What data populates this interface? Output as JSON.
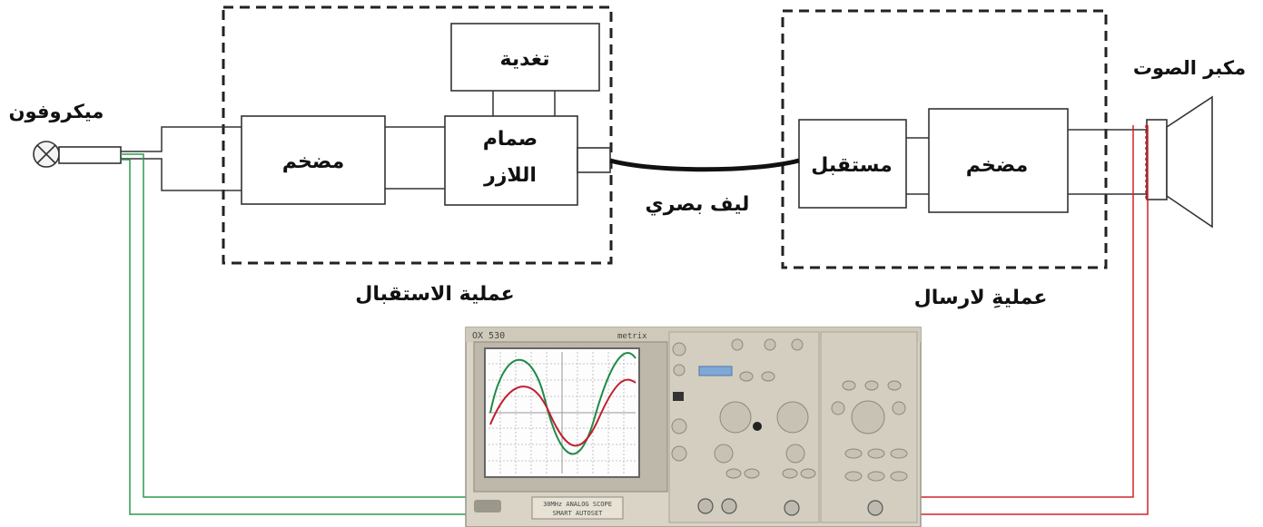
{
  "labels": {
    "microphone": "ميكروفون",
    "amplifier_left": "مضخم",
    "power_supply": "تغدية",
    "laser_valve_line1": "صمام",
    "laser_valve_line2": "اللازر",
    "optical_fiber": "ليف بصري",
    "receiver": "مستقبل",
    "amplifier_right": "مضخم",
    "speaker": "مكبر الصوت",
    "process_left": "عملية الاستقبال",
    "process_right": "عمليةِ لارسال"
  },
  "oscilloscope": {
    "model": "OX 530",
    "brand": "metrix",
    "caption_line1": "30MHz ANALOG SCOPE",
    "caption_line2": "SMART AUTOSET",
    "trace_colors": [
      "#1e8a4a",
      "#c0202e"
    ]
  },
  "colors": {
    "green_wire": "#2e9a4e",
    "red_wire": "#d2232a",
    "line": "#222222"
  }
}
